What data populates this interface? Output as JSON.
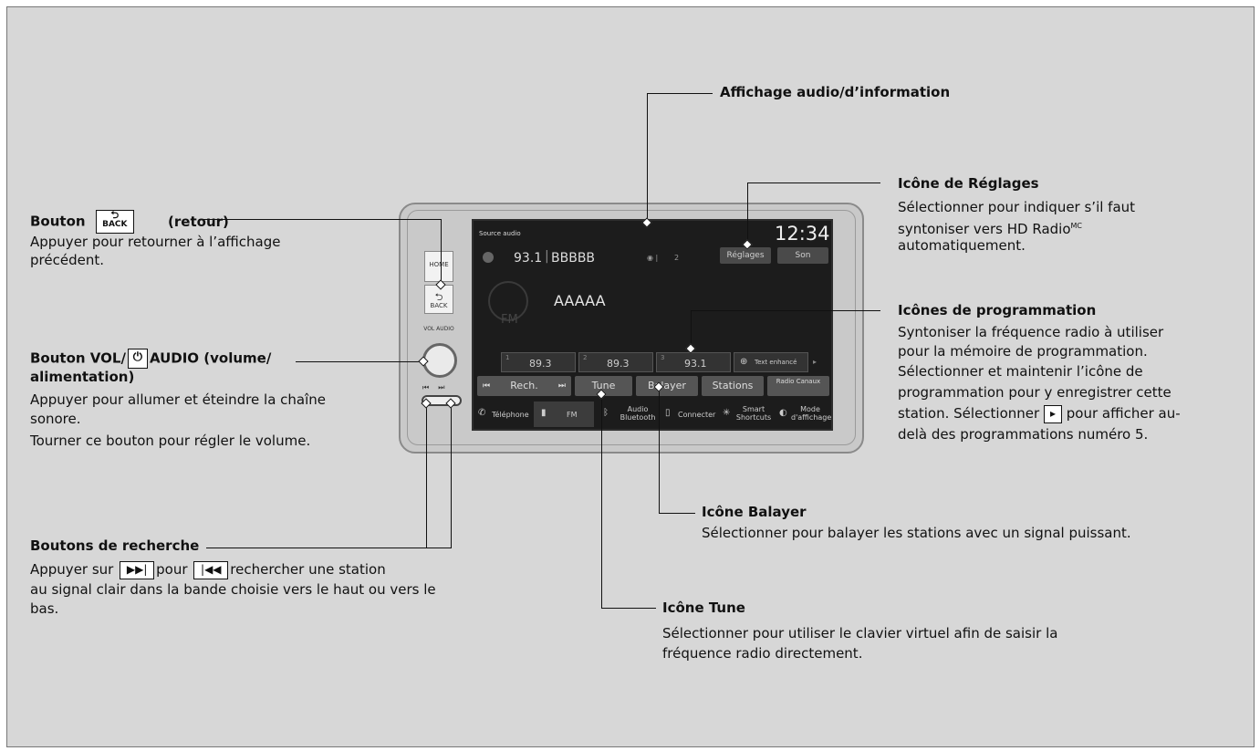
{
  "labels": {
    "display_title": "Affichage audio/d’information",
    "settings_title": "Icône de Réglages",
    "settings_desc_1": "Sélectionner pour indiquer s’il faut",
    "settings_desc_2": "syntoniser vers HD Radio",
    "settings_desc_sup": "MC",
    "settings_desc_3": "automatiquement.",
    "back_title_a": "Bouton",
    "back_title_b": "(retour)",
    "back_icon_text": "BACK",
    "back_desc_1": "Appuyer pour retourner à l’affichage",
    "back_desc_2": "précédent.",
    "preset_title": "Icônes de programmation",
    "preset_desc": [
      "Syntoniser la fréquence radio à utiliser",
      "pour la mémoire de programmation.",
      "Sélectionner et maintenir l’icône de",
      "programmation pour y enregistrer cette",
      "station. Sélectionner",
      "pour afficher au-",
      "delà des programmations numéro 5."
    ],
    "vol_title_a": "Bouton VOL/",
    "vol_title_b": "AUDIO (volume/",
    "vol_title_c": "alimentation)",
    "vol_desc": [
      "Appuyer pour allumer et éteindre la chaîne",
      "sonore.",
      "Tourner ce bouton pour régler le volume."
    ],
    "seek_title": "Boutons de recherche",
    "seek_desc_a": "Appuyer sur",
    "seek_desc_b": "pour",
    "seek_desc_c": "rechercher une station",
    "seek_desc_2": "au signal clair dans la bande choisie vers le haut ou vers le",
    "seek_desc_3": "bas.",
    "scan_title": "Icône Balayer",
    "scan_desc": "Sélectionner pour balayer les stations avec un signal puissant.",
    "tune_title": "Icône Tune",
    "tune_desc_1": "Sélectionner pour utiliser le clavier virtuel afin de saisir la",
    "tune_desc_2": "fréquence radio directement."
  },
  "screen": {
    "source_label": "Source audio",
    "clock": "12:34",
    "station_freq": "93.1",
    "station_name": "BBBBB",
    "hd_channel": "2",
    "settings_button": "Réglages",
    "sound_button": "Son",
    "song_title": "AAAAA",
    "band": "FM",
    "presets": [
      {
        "num": "1",
        "freq": "89.3"
      },
      {
        "num": "2",
        "freq": "89.3"
      },
      {
        "num": "3",
        "freq": "93.1"
      }
    ],
    "text_enhanced": "Text enhancé",
    "seek_label": "Rech.",
    "tune_label": "Tune",
    "scan_label": "Balayer",
    "stations_label": "Stations",
    "radio_channels": "Radio Canaux",
    "bottom_bar": [
      {
        "label": "Téléphone"
      },
      {
        "label": "FM"
      },
      {
        "label": "Audio Bluetooth"
      },
      {
        "label": "Connecter"
      },
      {
        "label": "Smart Shortcuts"
      },
      {
        "label": "Mode d'affichage"
      }
    ]
  },
  "hardware": {
    "home_label": "HOME",
    "back_label": "BACK",
    "vol_label": "VOL AUDIO"
  },
  "colors": {
    "background": "#d7d7d7",
    "screen": "#1c1c1c"
  }
}
